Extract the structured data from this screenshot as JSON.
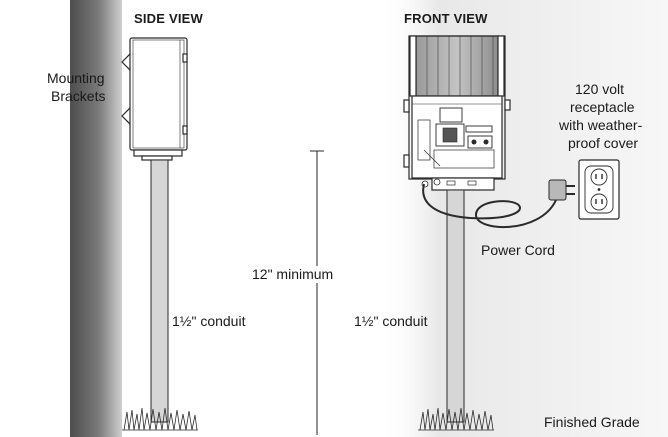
{
  "views": {
    "side": "SIDE VIEW",
    "front": "FRONT VIEW"
  },
  "labels": {
    "mounting_line1": "Mounting",
    "mounting_line2": "Brackets",
    "receptacle_line1": "120 volt",
    "receptacle_line2": "receptacle",
    "receptacle_line3": "with weather-",
    "receptacle_line4": "proof cover",
    "power_cord": "Power Cord",
    "minimum": "12\" minimum",
    "conduit_side": "1½\" conduit",
    "conduit_front": "1½\" conduit",
    "finished_grade": "Finished Grade"
  },
  "colors": {
    "wall_dark": "#6b6b6b",
    "wall_light": "#f2f2f2",
    "conduit_fill": "#d6d6d6",
    "line": "#2a2a2a"
  }
}
